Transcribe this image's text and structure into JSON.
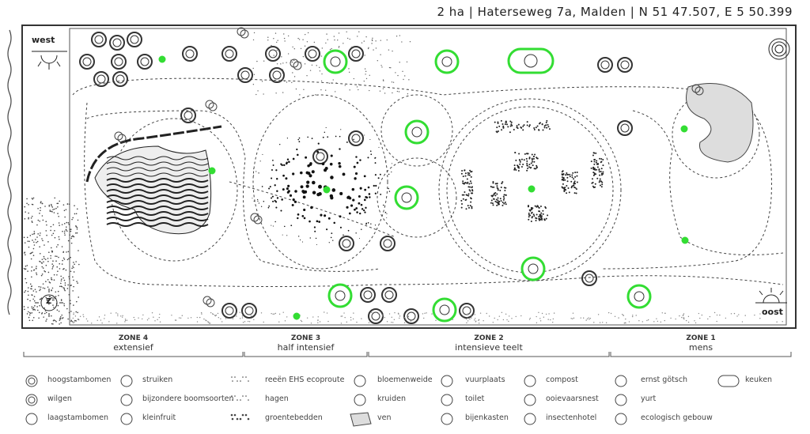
{
  "header": {
    "info": "2 ha | Haterseweg 7a, Malden | N 51 47.507, E 5 50.399"
  },
  "map": {
    "west": "west",
    "oost": "oost",
    "south": "Z",
    "accent": "#33dd33"
  },
  "zones": [
    {
      "name": "ZONE 4",
      "desc": "extensief"
    },
    {
      "name": "ZONE 3",
      "desc": "half intensief"
    },
    {
      "name": "ZONE 2",
      "desc": "intensieve teelt"
    },
    {
      "name": "ZONE 1",
      "desc": "mens"
    }
  ],
  "legend": [
    {
      "label": "hoogstambomen",
      "icon": "double-ring"
    },
    {
      "label": "wilgen",
      "icon": "dotted-ring"
    },
    {
      "label": "laagstambomen",
      "icon": "half-ring"
    },
    {
      "label": "struiken",
      "icon": "overlap-rings"
    },
    {
      "label": "bijzondere boomsoorten",
      "icon": "ring"
    },
    {
      "label": "kleinfruit",
      "icon": "berries"
    },
    {
      "label": "reeën EHS ecoproute",
      "icon": "sparse-dots"
    },
    {
      "label": "hagen",
      "icon": "fine-dots"
    },
    {
      "label": "groentebedden",
      "icon": "dense-dots"
    },
    {
      "label": "bloemenweide",
      "icon": "starburst"
    },
    {
      "label": "kruiden",
      "icon": "arrows"
    },
    {
      "label": "ven",
      "icon": "pond"
    },
    {
      "label": "vuurplaats",
      "icon": "fire"
    },
    {
      "label": "toilet",
      "icon": "toilet"
    },
    {
      "label": "bijenkasten",
      "icon": "bee"
    },
    {
      "label": "compost",
      "icon": "compost"
    },
    {
      "label": "ooievaarsnest",
      "icon": "stork"
    },
    {
      "label": "insectenhotel",
      "icon": "insect-hotel"
    },
    {
      "label": "ernst götsch",
      "icon": "ernst-gotsch"
    },
    {
      "label": "yurt",
      "icon": "yurt"
    },
    {
      "label": "ecologisch gebouw",
      "icon": "eco-building"
    },
    {
      "label": "keuken",
      "icon": "kitchen"
    }
  ]
}
